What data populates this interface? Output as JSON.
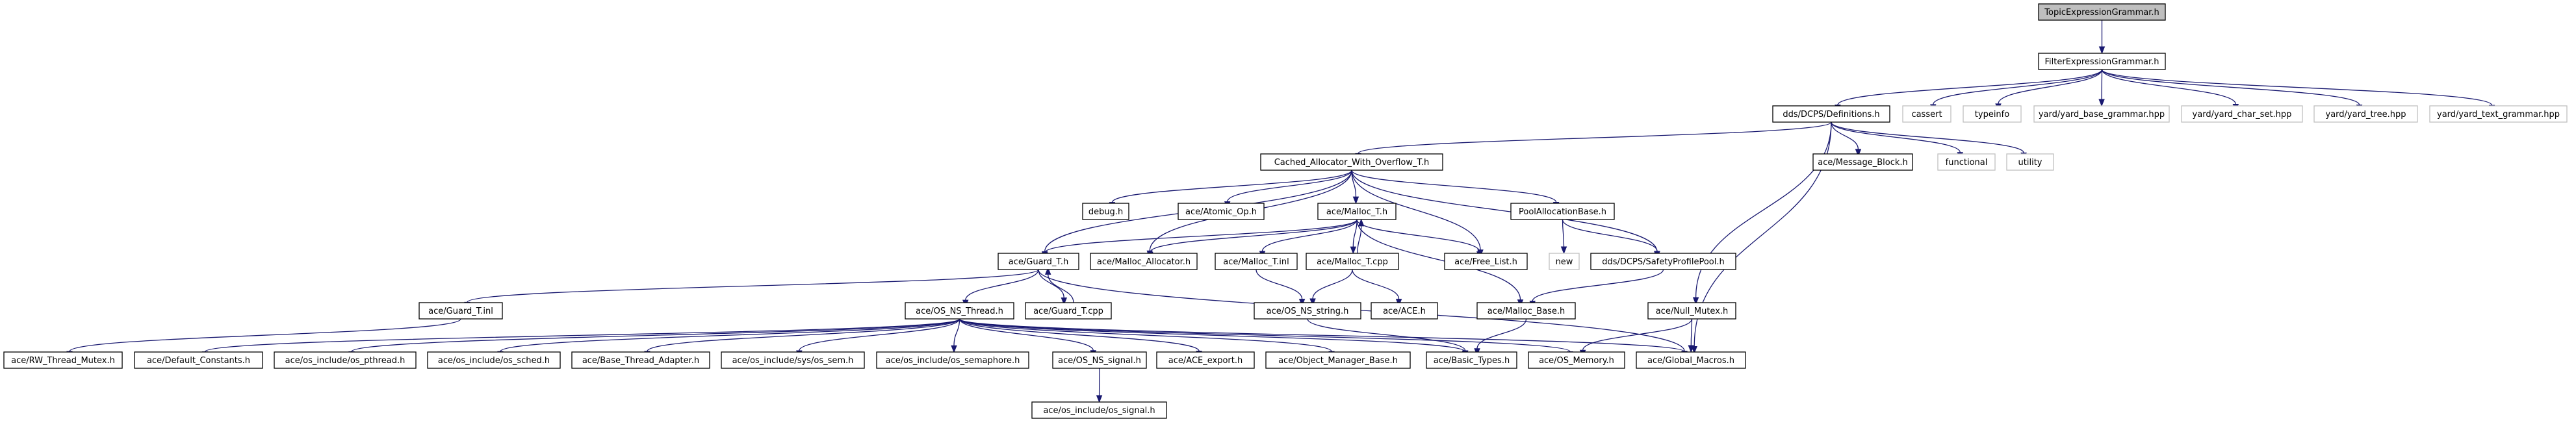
{
  "diagram": {
    "type": "include-dependency-graph",
    "colors": {
      "edge": "#191970",
      "root_fill": "#bfbfbf",
      "node_border": "#000000",
      "external_border": "#bfbfbf",
      "background": "#ffffff"
    },
    "nodes": [
      {
        "id": "teg",
        "label": "TopicExpressionGrammar.h",
        "root": true
      },
      {
        "id": "feg",
        "label": "FilterExpressionGrammar.h"
      },
      {
        "id": "defs",
        "label": "dds/DCPS/Definitions.h"
      },
      {
        "id": "cassert",
        "label": "cassert",
        "external": true
      },
      {
        "id": "typeinfo",
        "label": "typeinfo",
        "external": true
      },
      {
        "id": "ybg",
        "label": "yard/yard_base_grammar.hpp",
        "external": true
      },
      {
        "id": "ycs",
        "label": "yard/yard_char_set.hpp",
        "external": true
      },
      {
        "id": "ytree",
        "label": "yard/yard_tree.hpp",
        "external": true
      },
      {
        "id": "ytg",
        "label": "yard/yard_text_grammar.hpp",
        "external": true
      },
      {
        "id": "cawo",
        "label": "Cached_Allocator_With_Overflow_T.h"
      },
      {
        "id": "mblock",
        "label": "ace/Message_Block.h"
      },
      {
        "id": "functional",
        "label": "functional",
        "external": true
      },
      {
        "id": "utility",
        "label": "utility",
        "external": true
      },
      {
        "id": "debug",
        "label": "debug.h"
      },
      {
        "id": "atomic",
        "label": "ace/Atomic_Op.h"
      },
      {
        "id": "malloct",
        "label": "ace/Malloc_T.h"
      },
      {
        "id": "poolalloc",
        "label": "PoolAllocationBase.h"
      },
      {
        "id": "guardt",
        "label": "ace/Guard_T.h"
      },
      {
        "id": "mallocalloc",
        "label": "ace/Malloc_Allocator.h"
      },
      {
        "id": "mallocinl",
        "label": "ace/Malloc_T.inl"
      },
      {
        "id": "malloccpp",
        "label": "ace/Malloc_T.cpp"
      },
      {
        "id": "freelist",
        "label": "ace/Free_List.h"
      },
      {
        "id": "new",
        "label": "new",
        "external": true
      },
      {
        "id": "safety",
        "label": "dds/DCPS/SafetyProfilePool.h"
      },
      {
        "id": "guardinl",
        "label": "ace/Guard_T.inl"
      },
      {
        "id": "osthread",
        "label": "ace/OS_NS_Thread.h"
      },
      {
        "id": "guardcpp",
        "label": "ace/Guard_T.cpp"
      },
      {
        "id": "osstring",
        "label": "ace/OS_NS_string.h"
      },
      {
        "id": "acece",
        "label": "ace/ACE.h"
      },
      {
        "id": "mallocbase",
        "label": "ace/Malloc_Base.h"
      },
      {
        "id": "nullmutex",
        "label": "ace/Null_Mutex.h"
      },
      {
        "id": "rwmutex",
        "label": "ace/RW_Thread_Mutex.h"
      },
      {
        "id": "defconst",
        "label": "ace/Default_Constants.h"
      },
      {
        "id": "pthread",
        "label": "ace/os_include/os_pthread.h"
      },
      {
        "id": "sched",
        "label": "ace/os_include/os_sched.h"
      },
      {
        "id": "bta",
        "label": "ace/Base_Thread_Adapter.h"
      },
      {
        "id": "syssem",
        "label": "ace/os_include/sys/os_sem.h"
      },
      {
        "id": "semaphore",
        "label": "ace/os_include/os_semaphore.h"
      },
      {
        "id": "signal",
        "label": "ace/OS_NS_signal.h"
      },
      {
        "id": "aceexport",
        "label": "ace/ACE_export.h"
      },
      {
        "id": "omb",
        "label": "ace/Object_Manager_Base.h"
      },
      {
        "id": "basictypes",
        "label": "ace/Basic_Types.h"
      },
      {
        "id": "osmemory",
        "label": "ace/OS_Memory.h"
      },
      {
        "id": "globalmacros",
        "label": "ace/Global_Macros.h"
      },
      {
        "id": "ossignal",
        "label": "ace/os_include/os_signal.h"
      }
    ],
    "edges": [
      [
        "teg",
        "feg"
      ],
      [
        "feg",
        "defs"
      ],
      [
        "feg",
        "cassert"
      ],
      [
        "feg",
        "typeinfo"
      ],
      [
        "feg",
        "ybg"
      ],
      [
        "feg",
        "ycs"
      ],
      [
        "feg",
        "ytree"
      ],
      [
        "feg",
        "ytg"
      ],
      [
        "defs",
        "cawo"
      ],
      [
        "defs",
        "mblock"
      ],
      [
        "defs",
        "functional"
      ],
      [
        "defs",
        "utility"
      ],
      [
        "defs",
        "nullmutex"
      ],
      [
        "defs",
        "globalmacros"
      ],
      [
        "cawo",
        "debug"
      ],
      [
        "cawo",
        "atomic"
      ],
      [
        "cawo",
        "malloct"
      ],
      [
        "cawo",
        "poolalloc"
      ],
      [
        "cawo",
        "guardt"
      ],
      [
        "cawo",
        "mallocalloc"
      ],
      [
        "cawo",
        "freelist"
      ],
      [
        "cawo",
        "safety"
      ],
      [
        "malloct",
        "guardt"
      ],
      [
        "malloct",
        "mallocalloc"
      ],
      [
        "malloct",
        "mallocinl"
      ],
      [
        "malloct",
        "malloccpp"
      ],
      [
        "malloct",
        "freelist"
      ],
      [
        "malloct",
        "mallocbase"
      ],
      [
        "malloccpp",
        "malloct"
      ],
      [
        "malloccpp",
        "osstring"
      ],
      [
        "malloccpp",
        "acece"
      ],
      [
        "mallocinl",
        "osstring"
      ],
      [
        "poolalloc",
        "new"
      ],
      [
        "poolalloc",
        "safety"
      ],
      [
        "safety",
        "mallocbase"
      ],
      [
        "guardt",
        "guardinl"
      ],
      [
        "guardt",
        "osthread"
      ],
      [
        "guardt",
        "guardcpp"
      ],
      [
        "guardt",
        "globalmacros"
      ],
      [
        "guardcpp",
        "guardt"
      ],
      [
        "guardinl",
        "rwmutex"
      ],
      [
        "osthread",
        "defconst"
      ],
      [
        "osthread",
        "pthread"
      ],
      [
        "osthread",
        "sched"
      ],
      [
        "osthread",
        "bta"
      ],
      [
        "osthread",
        "syssem"
      ],
      [
        "osthread",
        "semaphore"
      ],
      [
        "osthread",
        "signal"
      ],
      [
        "osthread",
        "aceexport"
      ],
      [
        "osthread",
        "omb"
      ],
      [
        "osthread",
        "basictypes"
      ],
      [
        "osthread",
        "osmemory"
      ],
      [
        "osthread",
        "globalmacros"
      ],
      [
        "signal",
        "ossignal"
      ],
      [
        "osstring",
        "basictypes"
      ],
      [
        "mallocbase",
        "basictypes"
      ],
      [
        "nullmutex",
        "osmemory"
      ],
      [
        "nullmutex",
        "globalmacros"
      ]
    ]
  }
}
